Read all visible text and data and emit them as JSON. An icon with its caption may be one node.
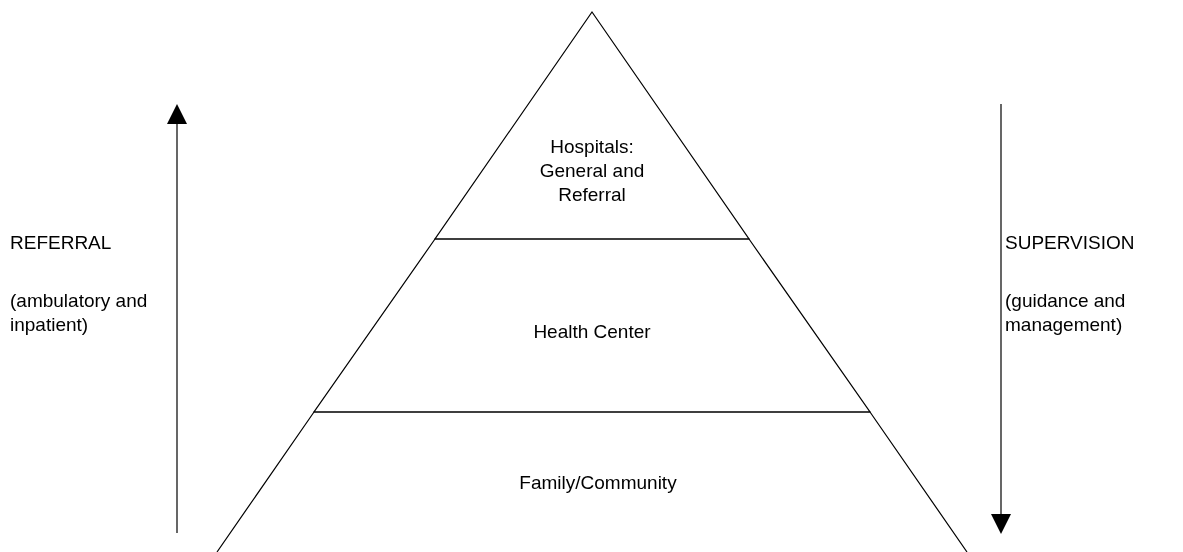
{
  "diagram": {
    "nodes": [
      {
        "text": [
          "Hospitals: General and Referral"
        ]
      },
      {
        "text": [
          "Health Center"
        ]
      },
      {
        "text": [
          "Family/Community"
        ]
      }
    ],
    "labels": [
      "REFERRAL",
      "(ambulatory and inpatient)",
      "SUPERVISION",
      "(guidance and management)"
    ]
  }
}
